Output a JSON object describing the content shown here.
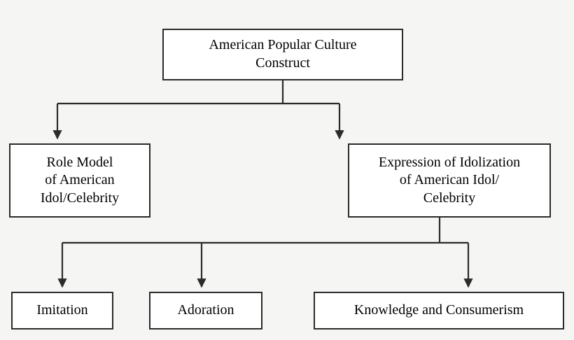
{
  "diagram": {
    "type": "flowchart",
    "orientation": "top-down",
    "background_color": "#f5f5f4",
    "node_fill_color": "#ffffff",
    "node_border_color": "#2b2b2b",
    "connector_color": "#2b2b2b",
    "nodes": {
      "root": {
        "id": "american-popular-culture-construct",
        "label": "American Popular Culture\nConstruct",
        "level": 1
      },
      "role_model": {
        "id": "role-model-of-american-idol-celebrity",
        "label": "Role Model\nof American\nIdol/Celebrity",
        "level": 2
      },
      "expression": {
        "id": "expression-of-idolization",
        "label": "Expression of Idolization\nof American Idol/\nCelebrity",
        "level": 2
      },
      "imitation": {
        "id": "imitation",
        "label": "Imitation",
        "level": 3
      },
      "adoration": {
        "id": "adoration",
        "label": "Adoration",
        "level": 3
      },
      "knowledge": {
        "id": "knowledge-and-consumerism",
        "label": "Knowledge and Consumerism",
        "level": 3
      }
    },
    "edges": [
      {
        "from": "root",
        "to": "role_model",
        "arrow": "to"
      },
      {
        "from": "root",
        "to": "expression",
        "arrow": "to"
      },
      {
        "from": "expression",
        "to": "imitation",
        "arrow": "to"
      },
      {
        "from": "expression",
        "to": "adoration",
        "arrow": "to"
      },
      {
        "from": "expression",
        "to": "knowledge",
        "arrow": "to"
      }
    ]
  }
}
